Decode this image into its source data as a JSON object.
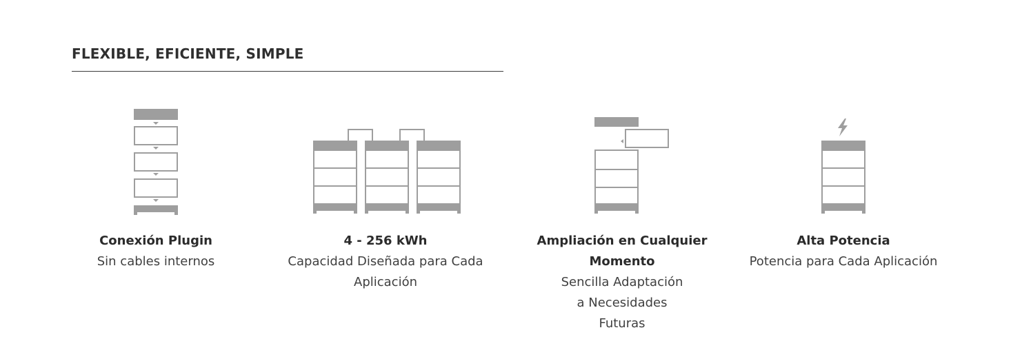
{
  "header": {
    "title": "FLEXIBLE, EFICIENTE, SIMPLE"
  },
  "features": [
    {
      "icon": "stacked-modules-plugin-icon",
      "title": "Conexión Plugin",
      "description": "Sin cables internos"
    },
    {
      "icon": "three-battery-towers-icon",
      "title": "4 - 256 kWh",
      "description": "Capacidad Diseñada para Cada Aplicación"
    },
    {
      "icon": "battery-extension-icon",
      "title": "Ampliación en Cualquier Momento",
      "description": "Sencilla Adaptación a Necesidades Futuras"
    },
    {
      "icon": "lightning-battery-icon",
      "title": "Alta Potencia",
      "description": "Potencia para Cada Aplicación"
    }
  ],
  "colors": {
    "icon_gray": "#9e9e9e",
    "text": "#3a3a3a"
  }
}
